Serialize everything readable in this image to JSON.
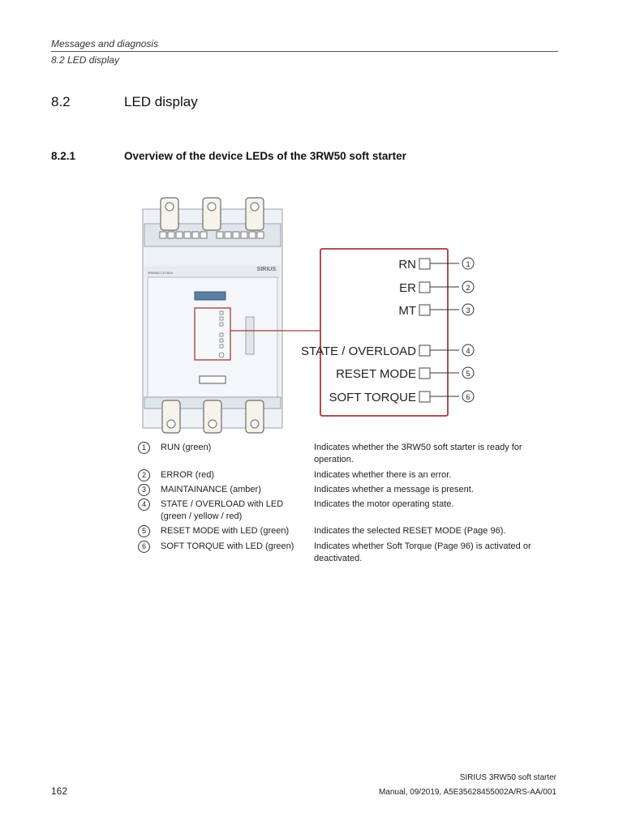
{
  "header": {
    "chapter": "Messages and diagnosis",
    "section": "8.2 LED display"
  },
  "heading2": {
    "number": "8.2",
    "title": "LED display"
  },
  "heading3": {
    "number": "8.2.1",
    "title": "Overview of the device LEDs of the 3RW50 soft starter"
  },
  "figure": {
    "device_brand": "SIRIUS",
    "callouts": [
      {
        "label": "RN",
        "marker": "①"
      },
      {
        "label": "ER",
        "marker": "②"
      },
      {
        "label": "MT",
        "marker": "③"
      },
      {
        "label": "STATE / OVERLOAD",
        "marker": "④"
      },
      {
        "label": "RESET MODE",
        "marker": "⑤"
      },
      {
        "label": "SOFT TORQUE",
        "marker": "⑥"
      }
    ],
    "highlight_color": "#a33a3a"
  },
  "legend": [
    {
      "marker": "①",
      "name": "RUN (green)",
      "description": "Indicates whether the 3RW50 soft starter is ready for operation."
    },
    {
      "marker": "②",
      "name": "ERROR (red)",
      "description": "Indicates whether there is an error."
    },
    {
      "marker": "③",
      "name": "MAINTAINANCE (amber)",
      "description": "Indicates whether a message is present."
    },
    {
      "marker": "④",
      "name": "STATE / OVERLOAD with LED (green / yellow / red)",
      "description": "Indicates the motor operating state."
    },
    {
      "marker": "⑤",
      "name": "RESET MODE with LED (green)",
      "description": "Indicates the selected RESET MODE (Page 96)."
    },
    {
      "marker": "⑥",
      "name": "SOFT TORQUE with LED (green)",
      "description": "Indicates whether Soft Torque (Page 96) is activated or deactivated."
    }
  ],
  "footer": {
    "product": "SIRIUS 3RW50 soft starter",
    "manual": "Manual, 09/2019, A5E35628455002A/RS-AA/001",
    "page_number": "162"
  }
}
